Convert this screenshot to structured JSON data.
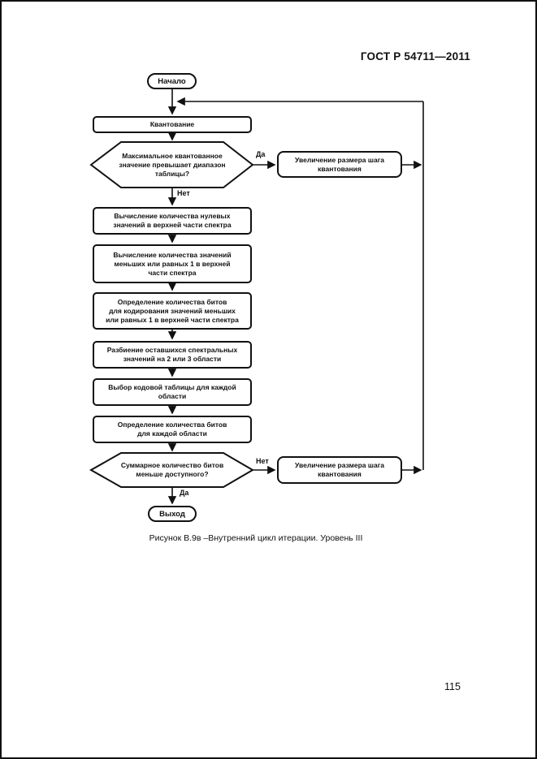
{
  "document": {
    "header": "ГОСТ Р 54711—2011",
    "caption": "Рисунок В.9в –Внутренний цикл итерации. Уровень III",
    "page_number": "115"
  },
  "labels": {
    "yes": "Да",
    "no": "Нет"
  },
  "flowchart": {
    "start": "Начало",
    "quantization": "Квантование",
    "decision_max_value": "Максимальное квантованное\nзначение превышает диапазон\nтаблицы?",
    "increase_step_top": "Увеличение размера шага\nквантования",
    "count_zero_values": "Вычисление количества нулевых\nзначений в верхней части спектра",
    "count_values_le1": "Вычисление количества значений\nменьших или равных 1 в верхней\nчасти спектра",
    "bits_for_le1": "Определение количества битов\nдля кодирования значений меньших\nили равных 1 в верхней части спектра",
    "partition_regions": "Разбиение оставшихся спектральных\nзначений на 2 или 3 области",
    "select_code_table": "Выбор кодовой таблицы для каждой\nобласти",
    "bits_per_region": "Определение количества битов\nдля каждой области",
    "decision_total_bits": "Суммарное количество битов\nменьше доступного?",
    "increase_step_bottom": "Увеличение размера шага\nквантования",
    "exit": "Выход"
  }
}
